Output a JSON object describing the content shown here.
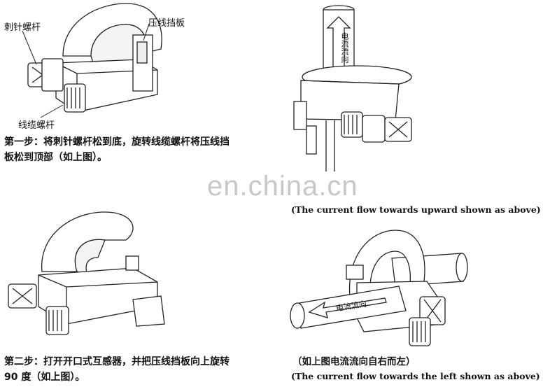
{
  "labels": {
    "lance_screw": "刺针螺杆",
    "clamp_plate": "压线挡板",
    "cable_screw": "线缆螺杆",
    "current_up": "电流流向",
    "current_left": "电流流向"
  },
  "steps": {
    "step1_line1": "第一步：将刺针螺杆松到底，旋转线缆螺杆将压线挡",
    "step1_line2": "板松到顶部（如上图）。",
    "step2_line1": "第二步：打开开口式互感器，并把压线挡板向上旋转",
    "step2_line2": "90 度（如上图）。"
  },
  "captions": {
    "upward": "(The current flow towards upward shown as above)",
    "left_cn": "（如上图电流流向自右而左）",
    "left_en": "(The current flow towards the left shown as above)"
  },
  "watermark": "en.china.cn"
}
